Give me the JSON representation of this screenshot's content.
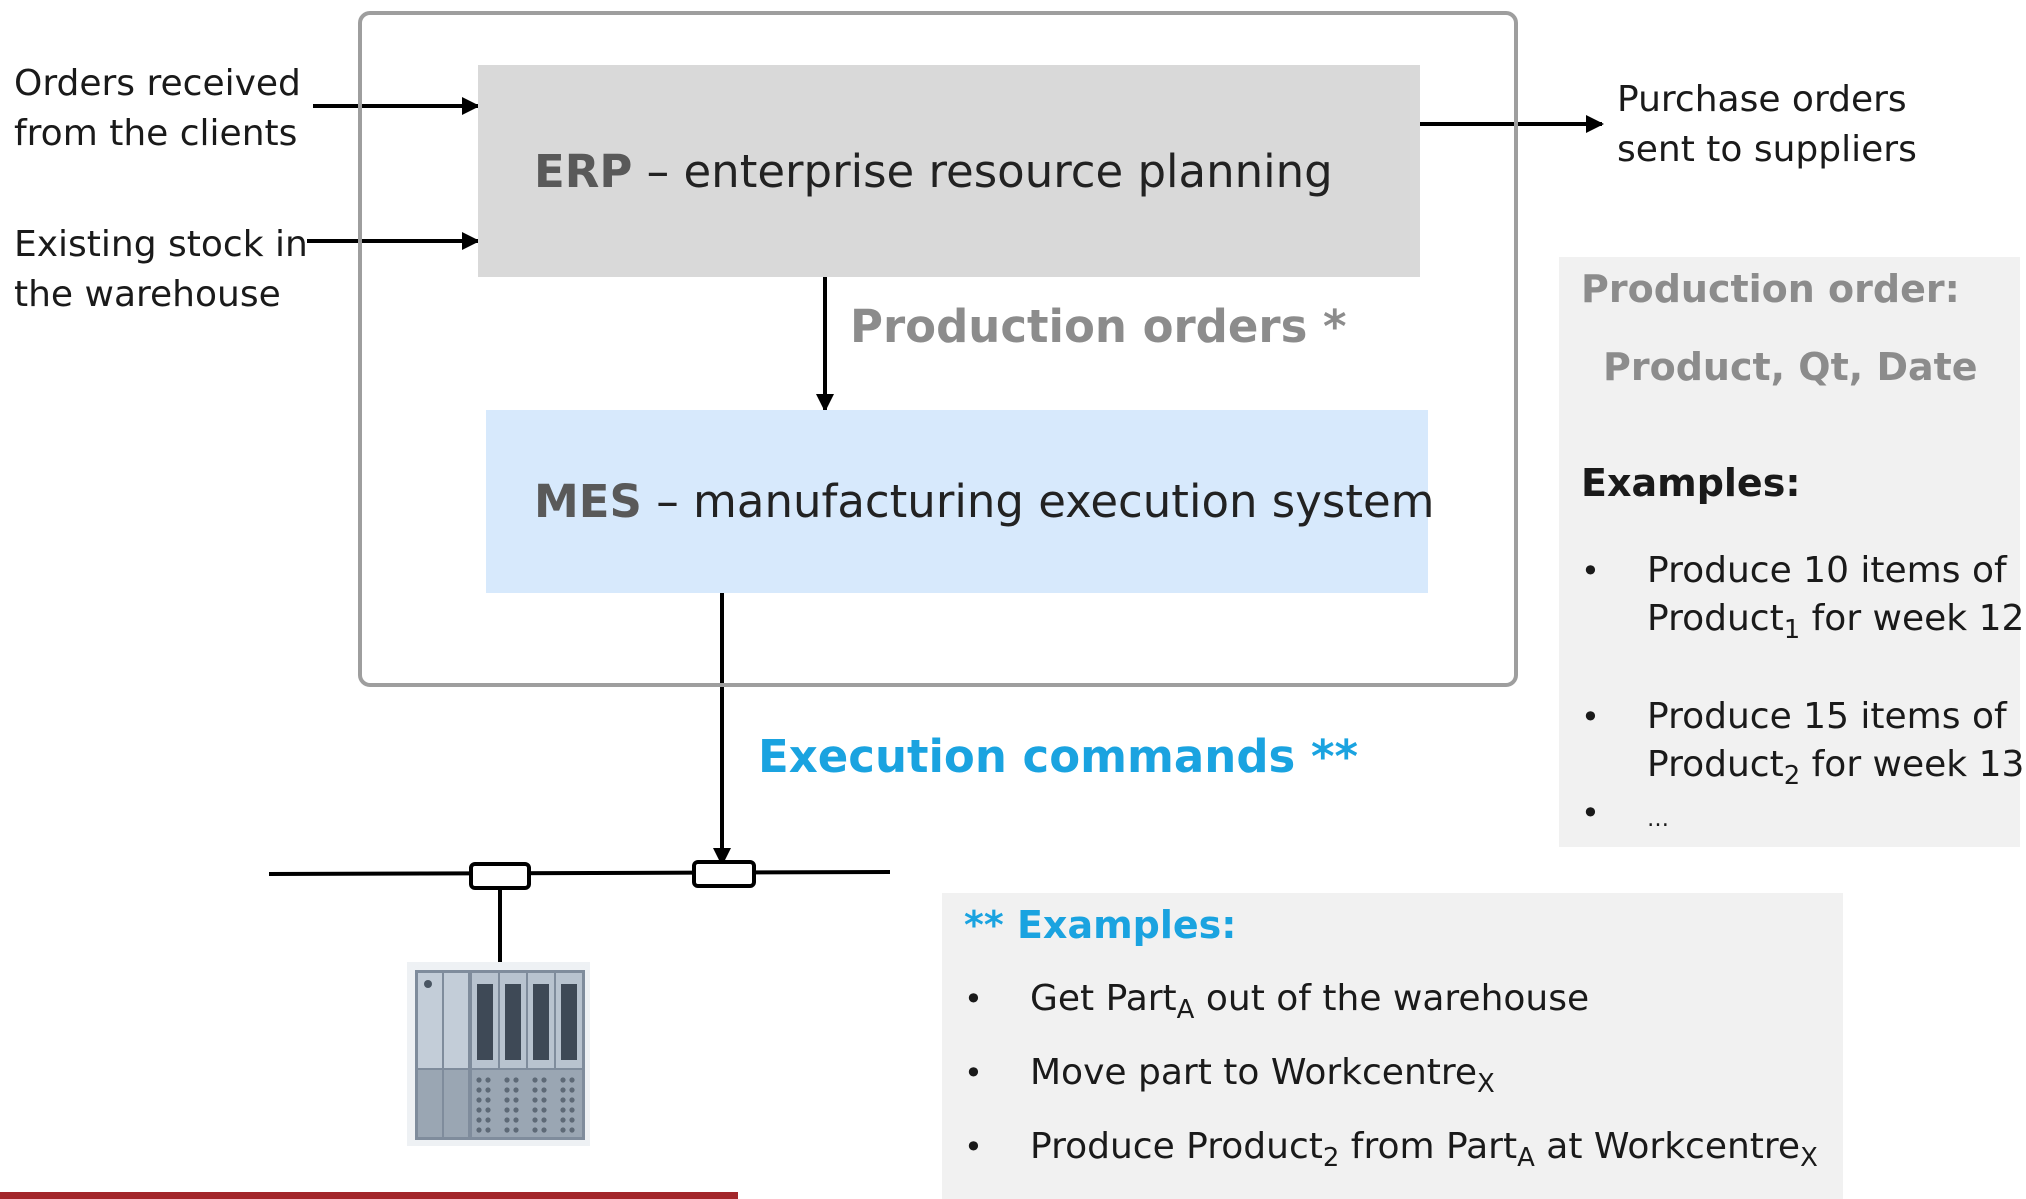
{
  "inputs": {
    "orders": [
      "Orders received",
      "from the clients"
    ],
    "stock": [
      "Existing stock in",
      "the warehouse"
    ]
  },
  "output": {
    "purchase": [
      "Purchase orders",
      "sent to suppliers"
    ]
  },
  "erp": {
    "abbr": "ERP",
    "desc": " – enterprise resource planning"
  },
  "mes": {
    "abbr": "MES",
    "desc": " – manufacturing execution system"
  },
  "production_orders_label": "Production orders *",
  "execution_commands_label": "Execution commands **",
  "production_order_panel": {
    "title": "Production order:",
    "fields": "Product, Qt, Date",
    "examples_heading": "Examples:",
    "examples": [
      {
        "line1": "Produce 10 items of",
        "line2_a": "Product",
        "line2_sub": "1",
        "line2_b": " for week 12"
      },
      {
        "line1": "Produce 15 items of",
        "line2_a": "Product",
        "line2_sub": "2",
        "line2_b": " for week 13"
      }
    ],
    "ellipsis": "…"
  },
  "execution_examples_panel": {
    "heading": "** Examples:",
    "items": [
      {
        "a": "Get Part",
        "sub1": "A",
        "b": " out of the warehouse"
      },
      {
        "a": "Move part to Workcentre",
        "sub1": "X"
      },
      {
        "a": "Produce Product",
        "sub1": "2",
        "b": " from Part",
        "sub2": "A",
        "c": " at Workcentre",
        "sub3": "X"
      }
    ]
  },
  "bullet_symbol": "•",
  "colors": {
    "erp_fill": "#d9d9d9",
    "mes_fill": "#d7e9fc",
    "accent_blue": "#1aa3e0",
    "muted_gray": "#8c8c8c",
    "panel_fill": "#f1f1f1",
    "plc_frame": "#7f8c9c"
  },
  "icons": {
    "controller": "plc-controller-icon"
  }
}
